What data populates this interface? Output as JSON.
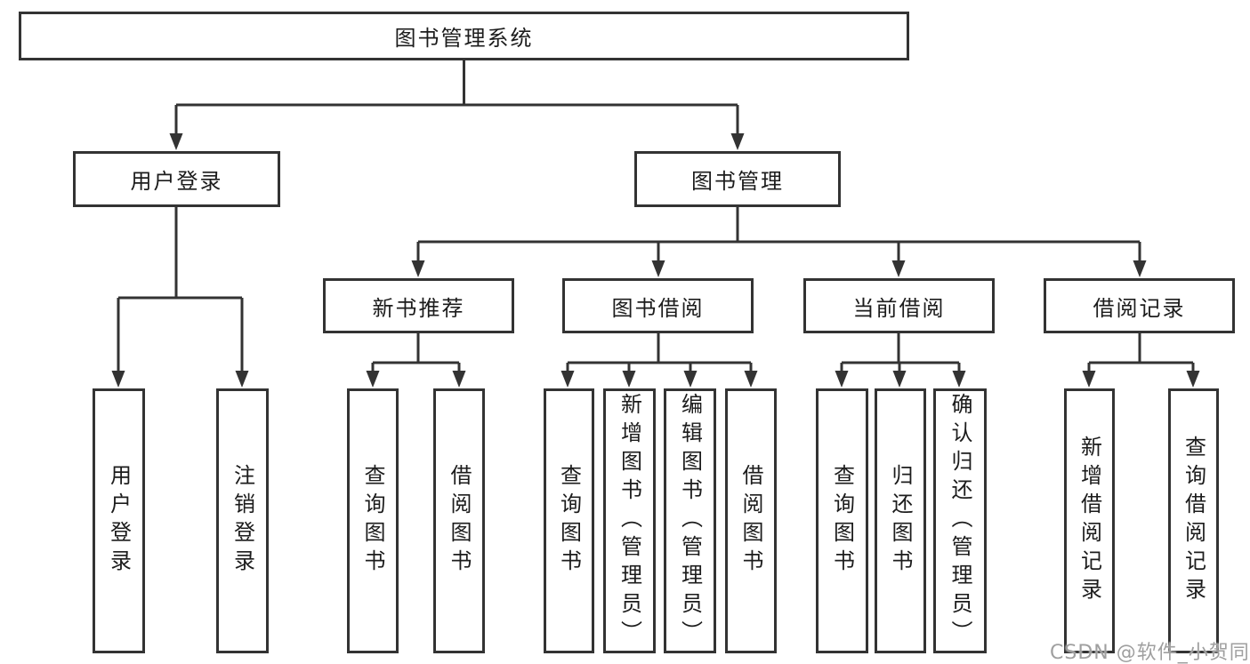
{
  "tree": {
    "root": {
      "label": "图书管理系统",
      "children": [
        {
          "label": "用户登录",
          "children": [
            {
              "label": "用户登录"
            },
            {
              "label": "注销登录"
            }
          ]
        },
        {
          "label": "图书管理",
          "children": [
            {
              "label": "新书推荐",
              "children": [
                {
                  "label": "查询图书"
                },
                {
                  "label": "借阅图书"
                }
              ]
            },
            {
              "label": "图书借阅",
              "children": [
                {
                  "label": "查询图书"
                },
                {
                  "label": "新增图书（管理员）"
                },
                {
                  "label": "编辑图书（管理员）"
                },
                {
                  "label": "借阅图书"
                }
              ]
            },
            {
              "label": "当前借阅",
              "children": [
                {
                  "label": "查询图书"
                },
                {
                  "label": "归还图书"
                },
                {
                  "label": "确认归还（管理员）"
                }
              ]
            },
            {
              "label": "借阅记录",
              "children": [
                {
                  "label": "新增借阅记录"
                },
                {
                  "label": "查询借阅记录"
                }
              ]
            }
          ]
        }
      ]
    }
  },
  "watermark": "CSDN @软件_小贺同学",
  "colors": {
    "line": "#333333",
    "text": "#1c1c1c",
    "watermark": "#9f9f9f",
    "background": "#ffffff"
  }
}
